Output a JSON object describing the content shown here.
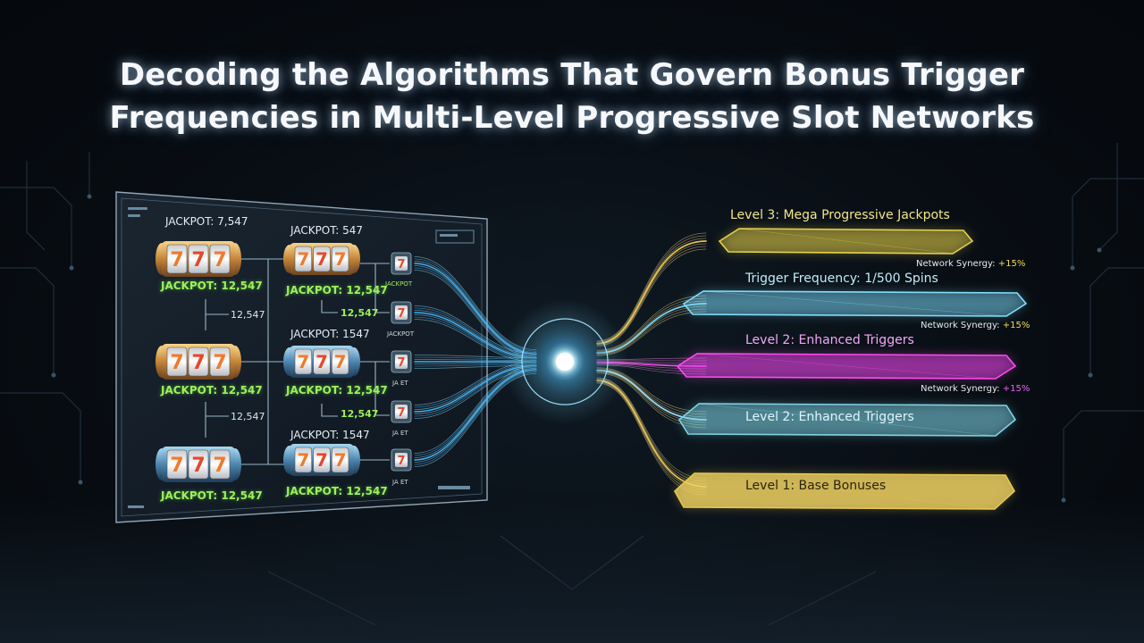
{
  "title": {
    "line1": "Decoding the Algorithms That Govern Bonus Trigger",
    "line2": "Frequencies in Multi-Level Progressive Slot Networks"
  },
  "machines": {
    "col1": [
      {
        "top_label": "JACKPOT: 7,547",
        "bottom_label": "JACKPOT: 12,547",
        "reel_glyph": "7"
      },
      {
        "bottom_label": "JACKPOT: 12,547",
        "reel_glyph": "7"
      },
      {
        "bottom_label": "JACKPOT: 12,547",
        "reel_glyph": "7"
      }
    ],
    "col2": [
      {
        "top_label": "JACKPOT: 547",
        "bottom_label": "JACKPOT: 12,547",
        "reel_glyph": "7"
      },
      {
        "top_label": "JACKPOT: 1547",
        "bottom_label": "JACKPOT: 12,547",
        "reel_glyph": "7"
      },
      {
        "top_label": "JACKPOT: 1547",
        "bottom_label": "JACKPOT: 12,547",
        "reel_glyph": "7"
      }
    ],
    "col3_labels": [
      "JACKPOT",
      "JACKPOT",
      "JA ET",
      "JA ET",
      "JA ET"
    ],
    "col3_glyph": "7",
    "connector_values": [
      "12,547",
      "12,547",
      "12,547",
      "12,547"
    ]
  },
  "levels": [
    {
      "label": "Level 3: Mega Progressive Jackpots",
      "color": "#e8d34a"
    },
    {
      "label": "Trigger Frequency: 1/500 Spins",
      "color": "#6fd8ea"
    },
    {
      "label": "Level 2: Enhanced Triggers",
      "color": "#e040e8"
    },
    {
      "label": "Level 2: Enhanced Triggers",
      "color": "#7fd4e6"
    },
    {
      "label": "Level 1: Base Bonuses",
      "color": "#e8c84a"
    }
  ],
  "synergy": [
    {
      "prefix": "Network Synergy:",
      "value": "+15%",
      "color": "#e8d34a"
    },
    {
      "prefix": "Network Synergy:",
      "value": "+15%",
      "color": "#e8d34a"
    },
    {
      "prefix": "Network Synergy:",
      "value": "+15%",
      "color": "#e040e8"
    }
  ],
  "colors": {
    "background": "#070c12",
    "panel_border": "#8fa6b8",
    "stream_blue": "#3fb6ff",
    "stream_gold": "#f2c94c",
    "jackpot_green": "#9df05a",
    "orb_core": "#e8fbff"
  }
}
